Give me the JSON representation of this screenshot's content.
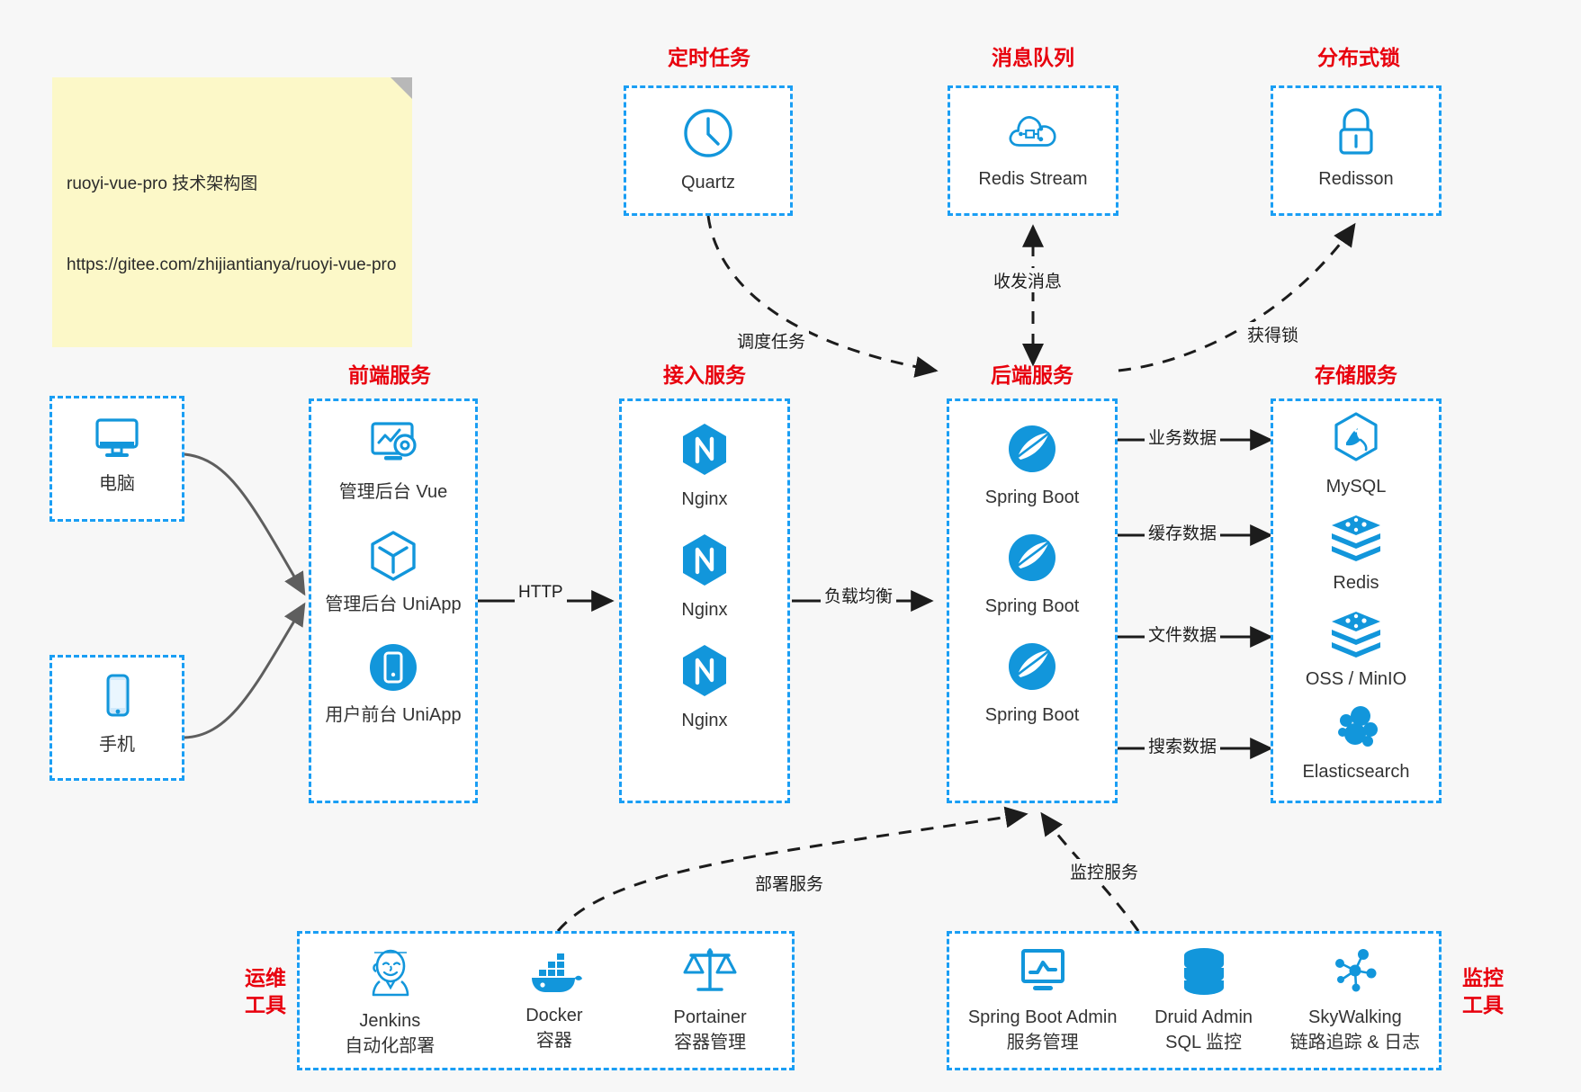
{
  "note": {
    "line1": "ruoyi-vue-pro 技术架构图",
    "line2": "https://gitee.com/zhijiantianya/ruoyi-vue-pro"
  },
  "colors": {
    "accent_blue": "#1a9ef4",
    "icon_blue": "#1296db",
    "title_red": "#e8000d",
    "background": "#f7f7f7",
    "box_fill": "#ffffff",
    "edge_dark": "#1c1c1c",
    "edge_gray": "#6b6b6b",
    "note_yellow": "#fcf8c8"
  },
  "groups": {
    "scheduled_task": {
      "title": "定时任务",
      "nodes": [
        {
          "label": "Quartz",
          "icon": "clock-icon"
        }
      ]
    },
    "message_queue": {
      "title": "消息队列",
      "nodes": [
        {
          "label": "Redis Stream",
          "icon": "cloud-network-icon"
        }
      ]
    },
    "distributed_lock": {
      "title": "分布式锁",
      "nodes": [
        {
          "label": "Redisson",
          "icon": "lock-icon"
        }
      ]
    },
    "clients": {
      "nodes": [
        {
          "label": "电脑",
          "icon": "desktop-monitor-icon"
        },
        {
          "label": "手机",
          "icon": "mobile-phone-icon"
        }
      ]
    },
    "frontend": {
      "title": "前端服务",
      "nodes": [
        {
          "label": "管理后台 Vue",
          "icon": "dashboard-gear-icon"
        },
        {
          "label": "管理后台 UniApp",
          "icon": "hexagon-cube-icon"
        },
        {
          "label": "用户前台 UniApp",
          "icon": "mobile-app-icon"
        }
      ]
    },
    "gateway": {
      "title": "接入服务",
      "nodes": [
        {
          "label": "Nginx",
          "icon": "nginx-icon"
        },
        {
          "label": "Nginx",
          "icon": "nginx-icon"
        },
        {
          "label": "Nginx",
          "icon": "nginx-icon"
        }
      ]
    },
    "backend": {
      "title": "后端服务",
      "nodes": [
        {
          "label": "Spring Boot",
          "icon": "spring-boot-icon"
        },
        {
          "label": "Spring Boot",
          "icon": "spring-boot-icon"
        },
        {
          "label": "Spring Boot",
          "icon": "spring-boot-icon"
        }
      ]
    },
    "storage": {
      "title": "存储服务",
      "nodes": [
        {
          "label": "MySQL",
          "icon": "mysql-dolphin-icon"
        },
        {
          "label": "Redis",
          "icon": "redis-stack-icon"
        },
        {
          "label": "OSS / MinIO",
          "icon": "redis-stack-icon"
        },
        {
          "label": "Elasticsearch",
          "icon": "elasticsearch-icon"
        }
      ]
    },
    "ops_tools": {
      "title": "运维\n工具",
      "nodes": [
        {
          "label": "Jenkins\n自动化部署",
          "icon": "jenkins-butler-icon"
        },
        {
          "label": "Docker\n容器",
          "icon": "docker-whale-icon"
        },
        {
          "label": "Portainer\n容器管理",
          "icon": "scales-icon"
        }
      ]
    },
    "monitor_tools": {
      "title": "监控\n工具",
      "nodes": [
        {
          "label": "Spring Boot Admin\n服务管理",
          "icon": "monitor-chart-icon"
        },
        {
          "label": "Druid Admin\nSQL 监控",
          "icon": "database-stack-icon"
        },
        {
          "label": "SkyWalking\n链路追踪 & 日志",
          "icon": "skywalking-nodes-icon"
        }
      ]
    }
  },
  "edges": [
    {
      "label": "调度任务",
      "from": "scheduled_task",
      "to": "backend",
      "style": "dashed"
    },
    {
      "label": "收发消息",
      "from": "backend",
      "to": "message_queue",
      "style": "dashed",
      "bidirectional": true
    },
    {
      "label": "获得锁",
      "from": "backend",
      "to": "distributed_lock",
      "style": "dashed"
    },
    {
      "label": "HTTP",
      "from": "frontend",
      "to": "gateway",
      "style": "solid"
    },
    {
      "label": "负载均衡",
      "from": "gateway",
      "to": "backend",
      "style": "solid"
    },
    {
      "label": "业务数据",
      "from": "backend",
      "to": "MySQL",
      "style": "solid"
    },
    {
      "label": "缓存数据",
      "from": "backend",
      "to": "Redis",
      "style": "solid"
    },
    {
      "label": "文件数据",
      "from": "backend",
      "to": "OSS / MinIO",
      "style": "solid"
    },
    {
      "label": "搜索数据",
      "from": "backend",
      "to": "Elasticsearch",
      "style": "solid"
    },
    {
      "label": "部署服务",
      "from": "ops_tools",
      "to": "backend",
      "style": "dashed"
    },
    {
      "label": "监控服务",
      "from": "monitor_tools",
      "to": "backend",
      "style": "dashed"
    }
  ]
}
